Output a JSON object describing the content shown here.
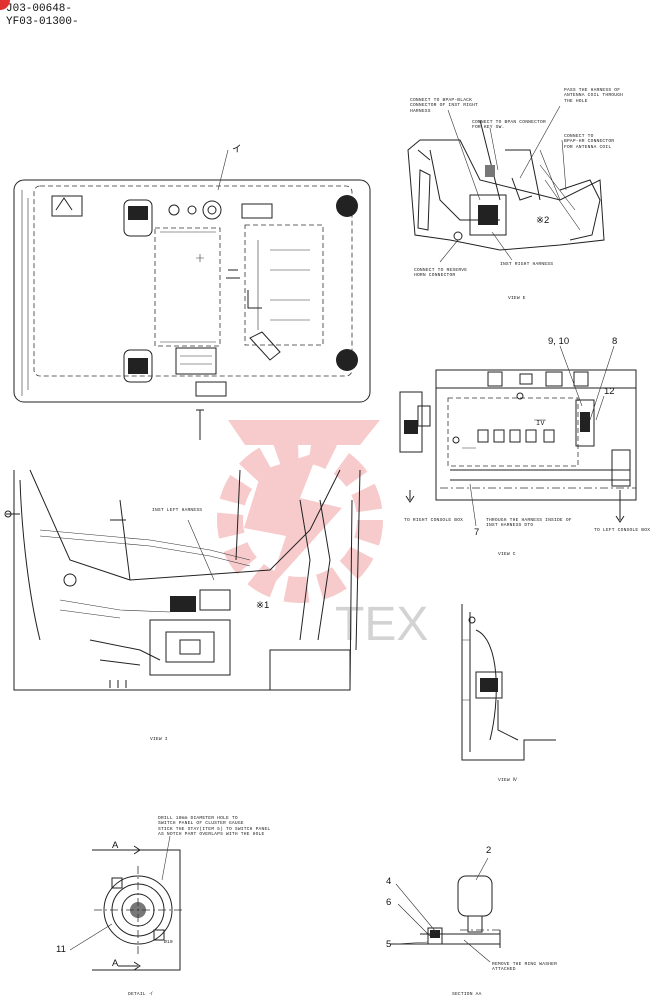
{
  "header": {
    "line1": "J03-00648-",
    "line2": "YF03-01300-"
  },
  "watermark": {
    "text": "TEX",
    "color": "#e4484a"
  },
  "top_view": {
    "callout": "イ"
  },
  "view_e_top": {
    "label": "VIEW E",
    "notes": {
      "bpap_black": "CONNECT TO BPAP-BLACK\nCONNECTOR OF INST RIGHT\nHARNESS",
      "key_sw": "CONNECT TO BPAN CONNECTOR\nFOR KEY SW.",
      "antenna_hole": "PASS THE HARNESS OF\nANTENNA COIL THROUGH\nTHE HOLE",
      "antenna_coil": "CONNECT TO\nBPAP-HR CONNECTOR\nFOR ANTENNA COIL",
      "horn": "CONNECT TO RESERVE\nHORN CONNECTOR",
      "inst_right": "INST RIGHT HARNESS",
      "mark": "※2"
    }
  },
  "view_c": {
    "label": "VIEW C",
    "notes": {
      "right_box": "TO RIGHT CONSOLE BOX",
      "through": "THROUGH THE HARNESS INSIDE OF\nINST HARNESS DTO",
      "left_box": "TO LEFT CONSOLE BOX",
      "iv": "IV"
    },
    "callouts": {
      "c910": "9, 10",
      "c8": "8",
      "c12": "12",
      "c7": "7"
    }
  },
  "view_i": {
    "label": "VIEW I",
    "notes": {
      "inst_left": "INST LEFT HARNESS",
      "mark": "※1"
    }
  },
  "view_iv": {
    "label": "VIEW Ⅳ"
  },
  "detail": {
    "label": "DETAIL イ",
    "note": "DRILL 10mm DIAMETER HOLE TO\nSWITCH PANEL OF CLUSTER GAUGE\nSTICK THE STAY(ITEM 5) TO SWITCH PANEL\nAS NOTCH PART OVERLAPS WITH THE HOLE",
    "arrow_a": "A",
    "callout": "11",
    "dim": "Ø10"
  },
  "section": {
    "label": "SECTION AA",
    "note": "REMOVE THE RING WASHER\nATTACHED",
    "callouts": {
      "c2": "2",
      "c4": "4",
      "c6": "6",
      "c5": "5"
    }
  }
}
